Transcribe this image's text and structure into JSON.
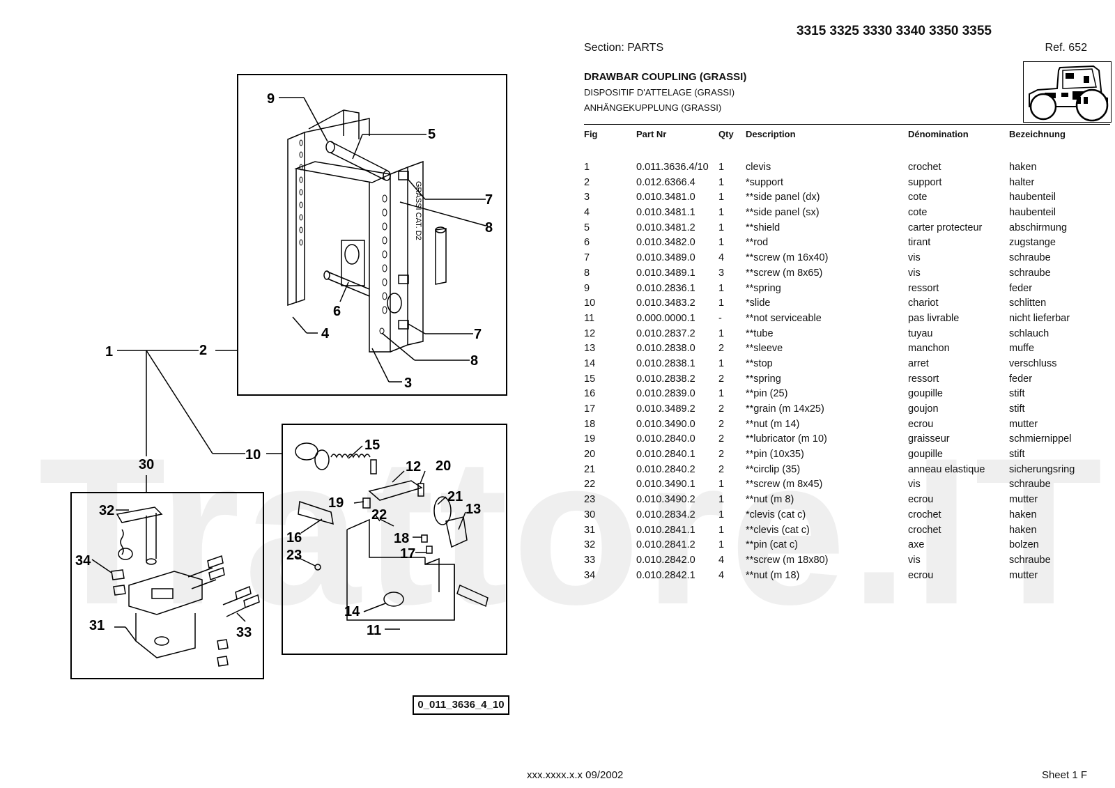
{
  "header": {
    "models": "3315 3325 3330 3340 3350 3355",
    "section": "Section: PARTS",
    "ref": "Ref. 652",
    "title_en": "DRAWBAR COUPLING (GRASSI)",
    "title_fr": "DISPOSITIF D'ATTELAGE (GRASSI)",
    "title_de": "ANHÄNGEKUPPLUNG (GRASSI)"
  },
  "columns": {
    "fig": "Fig",
    "part": "Part Nr",
    "qty": "Qty",
    "desc": "Description",
    "fr": "Dénomination",
    "de": "Bezeichnung"
  },
  "parts": [
    {
      "fig": "1",
      "part": "0.011.3636.4/10",
      "qty": "1",
      "desc": "clevis",
      "fr": "crochet",
      "de": "haken"
    },
    {
      "fig": "2",
      "part": "0.012.6366.4",
      "qty": "1",
      "desc": "*support",
      "fr": "support",
      "de": "halter"
    },
    {
      "fig": "3",
      "part": "0.010.3481.0",
      "qty": "1",
      "desc": "**side panel (dx)",
      "fr": "cote",
      "de": "haubenteil"
    },
    {
      "fig": "4",
      "part": "0.010.3481.1",
      "qty": "1",
      "desc": "**side panel (sx)",
      "fr": "cote",
      "de": "haubenteil"
    },
    {
      "fig": "5",
      "part": "0.010.3481.2",
      "qty": "1",
      "desc": "**shield",
      "fr": "carter protecteur",
      "de": "abschirmung"
    },
    {
      "fig": "6",
      "part": "0.010.3482.0",
      "qty": "1",
      "desc": "**rod",
      "fr": "tirant",
      "de": "zugstange"
    },
    {
      "fig": "7",
      "part": "0.010.3489.0",
      "qty": "4",
      "desc": "**screw (m 16x40)",
      "fr": "vis",
      "de": "schraube"
    },
    {
      "fig": "8",
      "part": "0.010.3489.1",
      "qty": "3",
      "desc": "**screw (m 8x65)",
      "fr": "vis",
      "de": "schraube"
    },
    {
      "fig": "9",
      "part": "0.010.2836.1",
      "qty": "1",
      "desc": "**spring",
      "fr": "ressort",
      "de": "feder"
    },
    {
      "fig": "10",
      "part": "0.010.3483.2",
      "qty": "1",
      "desc": "*slide",
      "fr": "chariot",
      "de": "schlitten"
    },
    {
      "fig": "11",
      "part": "0.000.0000.1",
      "qty": "-",
      "desc": "**not serviceable",
      "fr": "pas livrable",
      "de": "nicht lieferbar"
    },
    {
      "fig": "12",
      "part": "0.010.2837.2",
      "qty": "1",
      "desc": "**tube",
      "fr": "tuyau",
      "de": "schlauch"
    },
    {
      "fig": "13",
      "part": "0.010.2838.0",
      "qty": "2",
      "desc": "**sleeve",
      "fr": "manchon",
      "de": "muffe"
    },
    {
      "fig": "14",
      "part": "0.010.2838.1",
      "qty": "1",
      "desc": "**stop",
      "fr": "arret",
      "de": "verschluss"
    },
    {
      "fig": "15",
      "part": "0.010.2838.2",
      "qty": "2",
      "desc": "**spring",
      "fr": "ressort",
      "de": "feder"
    },
    {
      "fig": "16",
      "part": "0.010.2839.0",
      "qty": "1",
      "desc": "**pin (25)",
      "fr": "goupille",
      "de": "stift"
    },
    {
      "fig": "17",
      "part": "0.010.3489.2",
      "qty": "2",
      "desc": "**grain (m 14x25)",
      "fr": "goujon",
      "de": "stift"
    },
    {
      "fig": "18",
      "part": "0.010.3490.0",
      "qty": "2",
      "desc": "**nut (m 14)",
      "fr": "ecrou",
      "de": "mutter"
    },
    {
      "fig": "19",
      "part": "0.010.2840.0",
      "qty": "2",
      "desc": "**lubricator (m 10)",
      "fr": "graisseur",
      "de": "schmiernippel"
    },
    {
      "fig": "20",
      "part": "0.010.2840.1",
      "qty": "2",
      "desc": "**pin (10x35)",
      "fr": "goupille",
      "de": "stift"
    },
    {
      "fig": "21",
      "part": "0.010.2840.2",
      "qty": "2",
      "desc": "**circlip (35)",
      "fr": "anneau elastique",
      "de": "sicherungsring"
    },
    {
      "fig": "22",
      "part": "0.010.3490.1",
      "qty": "1",
      "desc": "**screw (m 8x45)",
      "fr": "vis",
      "de": "schraube"
    },
    {
      "fig": "23",
      "part": "0.010.3490.2",
      "qty": "1",
      "desc": "**nut (m 8)",
      "fr": "ecrou",
      "de": "mutter"
    },
    {
      "fig": "30",
      "part": "0.010.2834.2",
      "qty": "1",
      "desc": "*clevis (cat c)",
      "fr": "crochet",
      "de": "haken"
    },
    {
      "fig": "31",
      "part": "0.010.2841.1",
      "qty": "1",
      "desc": "**clevis (cat c)",
      "fr": "crochet",
      "de": "haken"
    },
    {
      "fig": "32",
      "part": "0.010.2841.2",
      "qty": "1",
      "desc": "**pin (cat c)",
      "fr": "axe",
      "de": "bolzen"
    },
    {
      "fig": "33",
      "part": "0.010.2842.0",
      "qty": "4",
      "desc": "**screw (m 18x80)",
      "fr": "vis",
      "de": "schraube"
    },
    {
      "fig": "34",
      "part": "0.010.2842.1",
      "qty": "4",
      "desc": "**nut (m 18)",
      "fr": "ecrou",
      "de": "mutter"
    }
  ],
  "diagram": {
    "figure_code": "0_011_3636_4_10",
    "callouts": [
      "1",
      "2",
      "3",
      "4",
      "5",
      "6",
      "7",
      "8",
      "9",
      "10",
      "11",
      "12",
      "13",
      "14",
      "15",
      "16",
      "17",
      "18",
      "19",
      "20",
      "21",
      "22",
      "23",
      "30",
      "31",
      "32",
      "33",
      "34"
    ],
    "part_marking": "GRASSI CAT. D2"
  },
  "watermark": "Trattore.IT",
  "footer": {
    "date": "xxx.xxxx.x.x  09/2002",
    "sheet": "Sheet 1 F"
  }
}
